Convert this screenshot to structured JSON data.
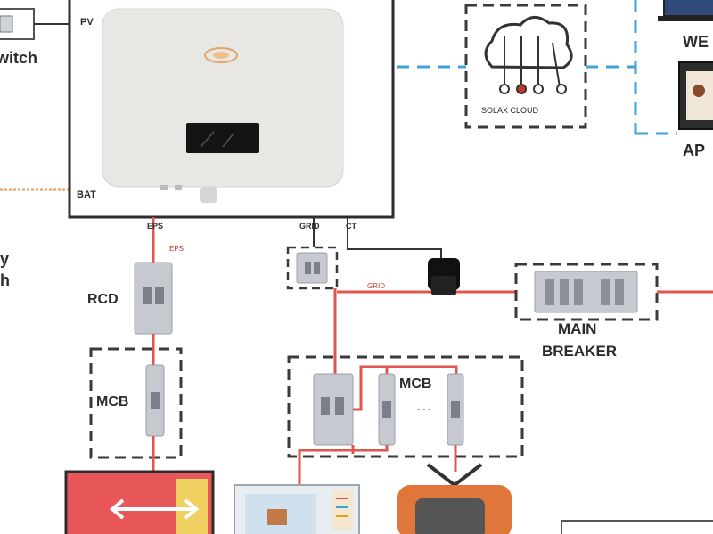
{
  "labels": {
    "switch_partial": "witch",
    "pv": "PV",
    "bat": "BAT",
    "eps": "EPS",
    "grid": "GRID",
    "ct": "CT",
    "eps_wire": "EPS",
    "grid_wire": "GRID",
    "rcd": "RCD",
    "mcb_left": "MCB",
    "mcb_right": "MCB",
    "main_breaker_line1": "MAIN",
    "main_breaker_line2": "BREAKER",
    "cloud": "SOLAX CLOUD",
    "web_partial": "WE",
    "app_partial": "AP",
    "battery_partial_1": "y",
    "battery_partial_2": "h"
  },
  "colors": {
    "power_wire": "#e0554d",
    "signal_wire": "#333333",
    "comm_link": "#3fa3d8",
    "dashed_box": "#3a3a3a",
    "inverter_body": "#e9e7e3",
    "breaker_body": "#c6c9cf",
    "ev_red": "#e8585a",
    "ev_yellow": "#f0d060",
    "tv_orange": "#e0763a"
  },
  "icons": {
    "logo": "solax-logo",
    "cloud": "cloud-network-icon",
    "monitor": "monitor-icon",
    "ev": "ev-charger-icon",
    "tv": "tv-icon",
    "appliance": "kitchen-appliance-icon",
    "meter": "ct-meter-icon"
  }
}
